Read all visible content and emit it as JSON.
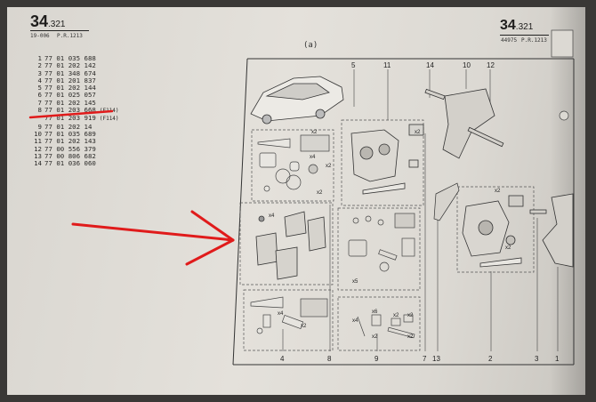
{
  "left_header": {
    "number": "34",
    "sub_number": ".321",
    "code": "19-006",
    "pr": "P.R.1213"
  },
  "right_header": {
    "number": "34",
    "sub_number": ".321",
    "code": "44975",
    "pr": "P.R.1213"
  },
  "figure_label": "(a)",
  "parts": [
    {
      "index": "1",
      "ref": "77 01 035 688",
      "note": ""
    },
    {
      "index": "2",
      "ref": "77 01 202 142",
      "note": ""
    },
    {
      "index": "3",
      "ref": "77 01 348 674",
      "note": ""
    },
    {
      "index": "4",
      "ref": "77 01 201 837",
      "note": ""
    },
    {
      "index": "5",
      "ref": "77 01 202 144",
      "note": ""
    },
    {
      "index": "6",
      "ref": "77 01 025 057",
      "note": ""
    },
    {
      "index": "7",
      "ref": "77 01 202 145",
      "note": ""
    },
    {
      "index": "8",
      "ref": "77 01 203 668",
      "note": "(F114)"
    },
    {
      "index": "",
      "ref": "77 01 203 919",
      "note": "(F114)"
    },
    {
      "index": "9",
      "ref": "77 01 202 14",
      "note": ""
    },
    {
      "index": "10",
      "ref": "77 01 035 689",
      "note": ""
    },
    {
      "index": "11",
      "ref": "77 01 202 143",
      "note": ""
    },
    {
      "index": "12",
      "ref": "77 00 556 379",
      "note": ""
    },
    {
      "index": "13",
      "ref": "77 00 806 682",
      "note": ""
    },
    {
      "index": "14",
      "ref": "77 01 036 060",
      "note": ""
    }
  ],
  "diagram": {
    "top_callouts": [
      "5",
      "11",
      "14",
      "10",
      "12"
    ],
    "bottom_callouts": [
      "4",
      "8",
      "9",
      "7",
      "13",
      "2",
      "3",
      "1"
    ],
    "qty_labels": [
      "x2",
      "x4",
      "x2",
      "x2",
      "x4",
      "x2",
      "x5",
      "x4",
      "x6",
      "x2",
      "x2",
      "x4",
      "x2",
      "x2",
      "x2",
      "x2",
      "x2"
    ]
  },
  "colors": {
    "paper": "#e1ded8",
    "ink": "#2b2a28",
    "highlight": "#e01b1b"
  }
}
